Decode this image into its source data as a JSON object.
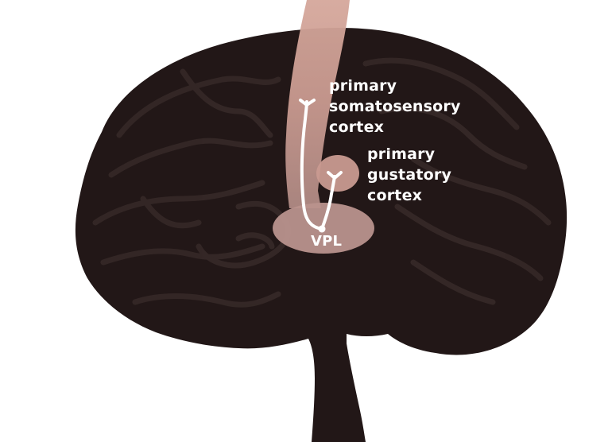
{
  "labels": {
    "somatosensory": [
      "primary",
      "somatosensory",
      "cortex"
    ],
    "gustatory": [
      "primary",
      "gustatory",
      "cortex"
    ],
    "vpl": "VPL"
  },
  "colors": {
    "background": "#ffffff",
    "brain": "#221717",
    "gyri_highlight": "#3a2d2b",
    "highlight_region": "#d8aaa0",
    "pathway": "#ffffff",
    "text": "#ffffff"
  }
}
